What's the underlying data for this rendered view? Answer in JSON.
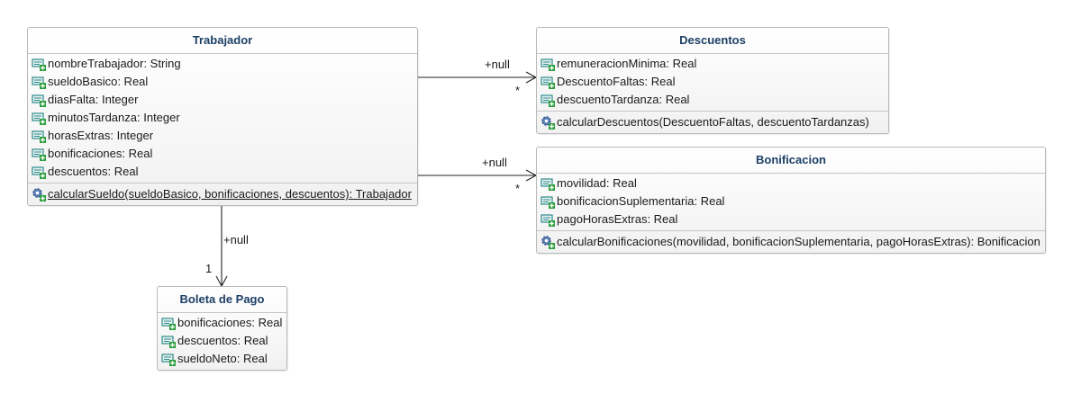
{
  "classes": {
    "trabajador": {
      "name": "Trabajador",
      "attributes": [
        "nombreTrabajador: String",
        "sueldoBasico: Real",
        "diasFalta: Integer",
        "minutosTardanza: Integer",
        "horasExtras: Integer",
        "bonificaciones: Real",
        "descuentos: Real"
      ],
      "operations": [
        "calcularSueldo(sueldoBasico, bonificaciones, descuentos): Trabajador"
      ]
    },
    "descuentos": {
      "name": "Descuentos",
      "attributes": [
        "remuneracionMinima: Real",
        "DescuentoFaltas: Real",
        "descuentoTardanza: Real"
      ],
      "operations": [
        "calcularDescuentos(DescuentoFaltas, descuentoTardanzas)"
      ]
    },
    "bonificacion": {
      "name": "Bonificacion",
      "attributes": [
        "movilidad: Real",
        "bonificacionSuplementaria: Real",
        "pagoHorasExtras: Real"
      ],
      "operations": [
        "calcularBonificaciones(movilidad, bonificacionSuplementaria, pagoHorasExtras): Bonificacion"
      ]
    },
    "boleta": {
      "name": "Boleta de Pago",
      "attributes": [
        "bonificaciones: Real",
        "descuentos: Real",
        "sueldoNeto: Real"
      ],
      "operations": []
    }
  },
  "associations": {
    "to_descuentos": {
      "role": "+null",
      "multiplicity": "*"
    },
    "to_bonificacion": {
      "role": "+null",
      "multiplicity": "*"
    },
    "to_boleta": {
      "role": "+null",
      "multiplicity": "1"
    }
  },
  "icons": {
    "attribute": "attribute-icon",
    "operation": "operation-icon"
  },
  "colors": {
    "title": "#1d3f66",
    "border": "#b9b9b9",
    "icon_teal": "#2e8b8b",
    "icon_green": "#2e9e3e"
  }
}
